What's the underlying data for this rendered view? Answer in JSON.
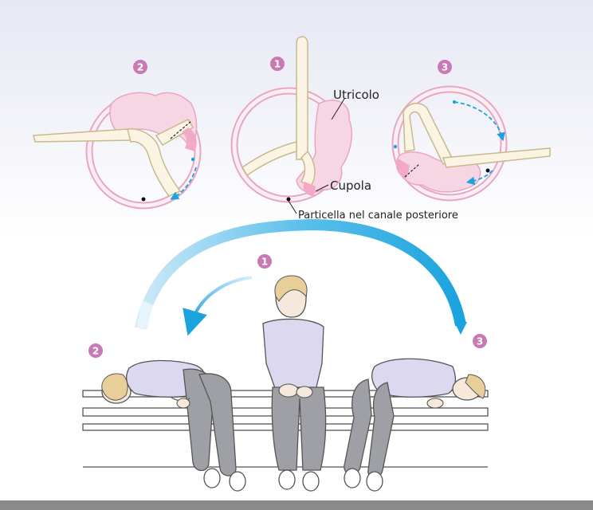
{
  "labels": {
    "utricle": "Utricolo",
    "cupula": "Cupola",
    "particle": "Particella nel canale posteriore"
  },
  "steps": {
    "one": "1",
    "two": "2",
    "three": "3"
  },
  "colors": {
    "badge": "#c97ab5",
    "canal_fill": "#f7e0ea",
    "canal_stroke": "#e8a6c3",
    "bone_fill": "#fbf4e2",
    "bone_stroke": "#c7b98f",
    "arrow": "#1aa3dd",
    "shirt": "#dcd8f0",
    "pants": "#9ea0a6",
    "hair": "#e8cf9a"
  }
}
